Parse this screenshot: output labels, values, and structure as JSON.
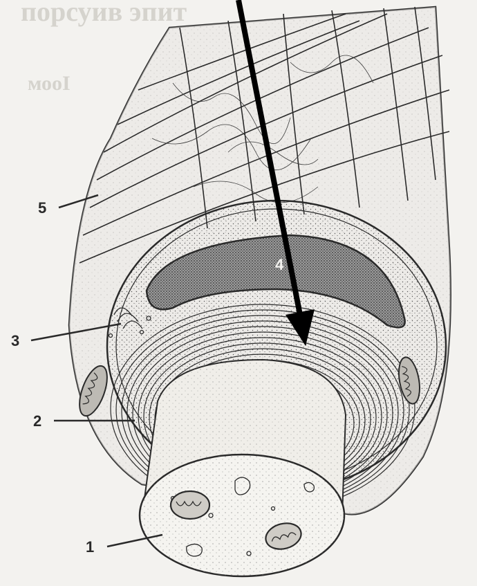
{
  "labels": [
    {
      "id": "1",
      "text": "1"
    },
    {
      "id": "2",
      "text": "2"
    },
    {
      "id": "3",
      "text": "3"
    },
    {
      "id": "4",
      "text": "4"
    },
    {
      "id": "5",
      "text": "5"
    }
  ],
  "bleed_through": {
    "line1": "порсуив эпит",
    "line2": "мооІ"
  },
  "colors": {
    "background": "#f3f2ef",
    "ink": "#2a2a2a",
    "arrow": "#000000",
    "stipple": "#555555"
  }
}
